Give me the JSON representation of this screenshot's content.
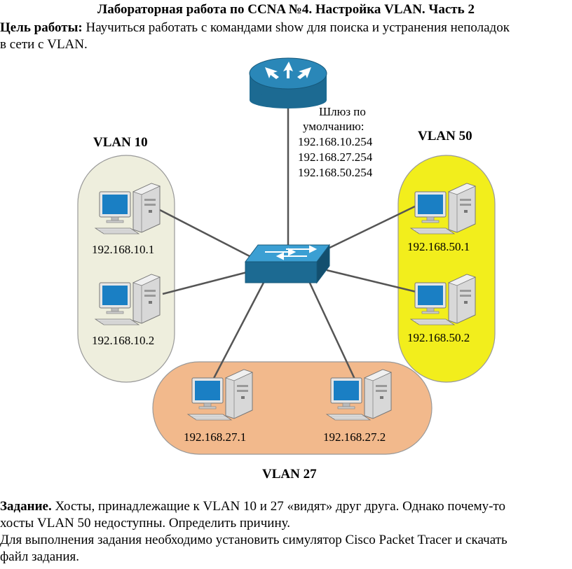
{
  "header": {
    "title": "Лабораторная работа по CCNA №4. Настройка VLAN. Часть 2",
    "goal_label": "Цель работы:",
    "goal_text_line1": " Научиться работать с командами show для поиска и устранения неполадок",
    "goal_text_line2": "в сети с VLAN."
  },
  "diagram": {
    "gateway": {
      "line1": "Шлюз по",
      "line2": "умолчанию:",
      "ips": [
        "192.168.10.254",
        "192.168.27.254",
        "192.168.50.254"
      ]
    },
    "vlans": [
      {
        "label": "VLAN 10",
        "color": "#eeeedd",
        "hosts": [
          "192.168.10.1",
          "192.168.10.2"
        ]
      },
      {
        "label": "VLAN 50",
        "color": "#f2ee1c",
        "hosts": [
          "192.168.50.1",
          "192.168.50.2"
        ]
      },
      {
        "label": "VLAN 27",
        "color": "#f2b98c",
        "hosts": [
          "192.168.27.1",
          "192.168.27.2"
        ]
      }
    ],
    "colors": {
      "device_blue": "#1f6f96",
      "device_dark": "#134f6e",
      "link": "#555555"
    }
  },
  "task": {
    "label": "Задание.",
    "line1": " Хосты, принадлежащие к VLAN 10 и 27 «видят» друг друга. Однако почему-то",
    "line2": "хосты VLAN 50 недоступны. Определить причину.",
    "line3": "Для выполнения задания необходимо установить симулятор Cisco Packet Tracer и скачать",
    "line4": "файл задания."
  }
}
